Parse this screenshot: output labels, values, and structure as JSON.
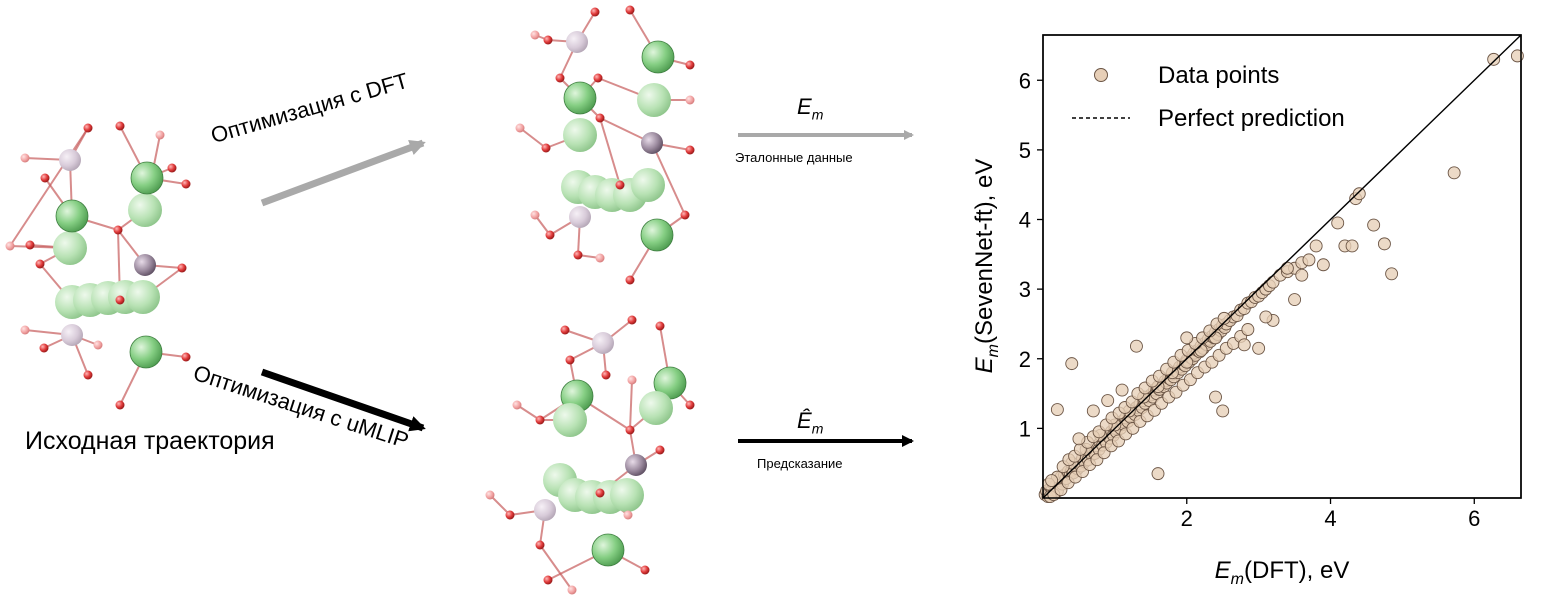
{
  "diagram": {
    "initial_label": "Исходная траектория",
    "dft_arrow_label": "Оптимизация с DFT",
    "umlip_arrow_label": "Оптимизация с uMLIP",
    "em_symbol": "E",
    "em_subscript": "m",
    "emhat_symbol": "Ê",
    "emhat_subscript": "m",
    "reference_caption": "Эталонные данные",
    "prediction_caption": "Предсказание",
    "colors": {
      "dft_arrow": "#a9a9a9",
      "umlip_arrow": "#000000",
      "green_atom": "#7cc77c",
      "purple_atom": "#8c7b8f",
      "red_atom": "#d42a2a"
    }
  },
  "chart_data": {
    "type": "scatter",
    "xlabel_symbol": "E",
    "xlabel_sub": "m",
    "xlabel_rest": "(DFT), eV",
    "ylabel_symbol": "E",
    "ylabel_sub": "m",
    "ylabel_rest": "(SevenNet-ft), eV",
    "xlim": [
      0,
      6.65
    ],
    "ylim": [
      0,
      6.65
    ],
    "xticks": [
      2,
      4,
      6
    ],
    "yticks": [
      1,
      2,
      3,
      4,
      5,
      6
    ],
    "legend": {
      "placement": "upper-left",
      "entries": [
        "Data points",
        "Perfect prediction"
      ]
    },
    "colors": {
      "points": "#e7cfb7",
      "points_edge": "#6b5545",
      "line": "#000000"
    },
    "series": [
      {
        "name": "Data points",
        "x": [
          0.03,
          0.05,
          0.07,
          0.09,
          0.11,
          0.13,
          0.15,
          0.18,
          0.2,
          0.22,
          0.25,
          0.27,
          0.3,
          0.32,
          0.35,
          0.38,
          0.4,
          0.42,
          0.45,
          0.48,
          0.5,
          0.53,
          0.55,
          0.58,
          0.6,
          0.63,
          0.66,
          0.68,
          0.7,
          0.72,
          0.75,
          0.78,
          0.8,
          0.83,
          0.85,
          0.88,
          0.9,
          0.93,
          0.95,
          0.98,
          1.0,
          1.02,
          1.05,
          1.08,
          1.1,
          1.12,
          1.15,
          1.18,
          1.2,
          1.22,
          1.25,
          1.28,
          1.3,
          1.33,
          1.35,
          1.38,
          1.4,
          1.42,
          1.45,
          1.48,
          1.5,
          1.53,
          1.55,
          1.58,
          1.6,
          1.62,
          1.65,
          1.68,
          1.7,
          1.72,
          1.75,
          1.78,
          1.8,
          1.82,
          1.85,
          1.88,
          1.9,
          1.93,
          1.95,
          1.98,
          2.0,
          2.03,
          2.05,
          2.08,
          2.1,
          2.12,
          2.15,
          2.18,
          2.2,
          2.23,
          2.25,
          2.28,
          2.3,
          2.33,
          2.35,
          2.38,
          2.4,
          2.43,
          2.45,
          2.48,
          2.5,
          2.53,
          2.55,
          2.6,
          2.65,
          2.7,
          2.75,
          2.8,
          2.85,
          2.9,
          2.95,
          3.0,
          3.05,
          3.1,
          3.15,
          3.2,
          3.3,
          3.4,
          3.5,
          3.6,
          3.7,
          0.1,
          0.15,
          0.25,
          0.35,
          0.45,
          0.55,
          0.65,
          0.75,
          0.85,
          0.95,
          1.05,
          1.15,
          1.25,
          1.35,
          1.45,
          1.55,
          1.65,
          1.75,
          1.85,
          1.95,
          2.05,
          2.15,
          2.25,
          2.35,
          2.45,
          2.55,
          2.65,
          2.75,
          2.85,
          0.2,
          0.4,
          0.6,
          0.8,
          1.0,
          1.2,
          1.4,
          1.6,
          1.8,
          2.0,
          2.2,
          2.4,
          0.08,
          0.12,
          0.28,
          0.36,
          0.44,
          0.52,
          0.62,
          0.7,
          0.78,
          0.88,
          0.96,
          1.06,
          1.14,
          1.24,
          1.32,
          1.42,
          1.52,
          1.62,
          1.72,
          1.82,
          1.92,
          2.02,
          2.12,
          2.22,
          2.32,
          2.42,
          2.52,
          0.4,
          1.3,
          2.0,
          0.2,
          0.5,
          0.7,
          0.9,
          1.1,
          1.6,
          2.4,
          2.5,
          2.8,
          3.2,
          3.0,
          3.1,
          3.4,
          3.5,
          3.6,
          3.8,
          3.9,
          4.1,
          4.2,
          4.3,
          4.35,
          4.4,
          4.6,
          4.75,
          4.85,
          5.72,
          6.27,
          6.6
        ],
        "y": [
          0.05,
          0.1,
          0.02,
          0.08,
          0.15,
          0.12,
          0.2,
          0.18,
          0.1,
          0.25,
          0.3,
          0.2,
          0.33,
          0.28,
          0.38,
          0.35,
          0.4,
          0.36,
          0.48,
          0.42,
          0.5,
          0.46,
          0.57,
          0.52,
          0.6,
          0.55,
          0.66,
          0.62,
          0.68,
          0.64,
          0.75,
          0.7,
          0.8,
          0.76,
          0.85,
          0.8,
          0.9,
          0.86,
          0.95,
          0.9,
          1.0,
          0.95,
          1.05,
          1.0,
          1.1,
          1.06,
          1.15,
          1.1,
          1.18,
          1.16,
          1.25,
          1.2,
          1.3,
          1.26,
          1.35,
          1.3,
          1.4,
          1.36,
          1.45,
          1.4,
          1.48,
          1.45,
          1.55,
          1.5,
          1.58,
          1.56,
          1.62,
          1.6,
          1.68,
          1.65,
          1.72,
          1.7,
          1.78,
          1.74,
          1.82,
          1.8,
          1.88,
          1.85,
          1.92,
          1.9,
          1.98,
          1.95,
          2.02,
          2.0,
          2.08,
          2.05,
          2.12,
          2.1,
          2.18,
          2.15,
          2.22,
          2.2,
          2.28,
          2.25,
          2.32,
          2.3,
          2.38,
          2.35,
          2.42,
          2.4,
          2.48,
          2.45,
          2.5,
          2.55,
          2.6,
          2.62,
          2.7,
          2.72,
          2.8,
          2.82,
          2.88,
          2.9,
          2.95,
          3.0,
          3.05,
          3.1,
          3.2,
          3.25,
          3.3,
          3.38,
          3.42,
          0.02,
          0.05,
          0.12,
          0.22,
          0.3,
          0.38,
          0.48,
          0.55,
          0.65,
          0.75,
          0.82,
          0.92,
          1.0,
          1.1,
          1.18,
          1.26,
          1.36,
          1.45,
          1.52,
          1.62,
          1.7,
          1.8,
          1.88,
          1.95,
          2.05,
          2.15,
          2.22,
          2.32,
          2.42,
          0.3,
          0.5,
          0.7,
          0.9,
          1.05,
          1.25,
          1.45,
          1.6,
          1.8,
          1.95,
          2.12,
          2.3,
          0.2,
          0.25,
          0.45,
          0.55,
          0.6,
          0.7,
          0.8,
          0.88,
          0.95,
          1.05,
          1.15,
          1.22,
          1.3,
          1.38,
          1.5,
          1.58,
          1.68,
          1.75,
          1.85,
          1.95,
          2.05,
          2.12,
          2.22,
          2.3,
          2.4,
          2.5,
          2.58,
          1.93,
          2.18,
          2.3,
          1.27,
          0.85,
          1.25,
          1.4,
          1.55,
          0.35,
          1.45,
          1.25,
          2.2,
          2.55,
          2.15,
          2.6,
          3.3,
          2.85,
          3.2,
          3.62,
          3.35,
          3.95,
          3.62,
          3.62,
          4.3,
          4.37,
          3.92,
          3.65,
          3.22,
          4.67,
          6.3,
          6.35
        ]
      },
      {
        "name": "Perfect prediction",
        "x": [
          0,
          6.65
        ],
        "y": [
          0,
          6.65
        ]
      }
    ]
  }
}
